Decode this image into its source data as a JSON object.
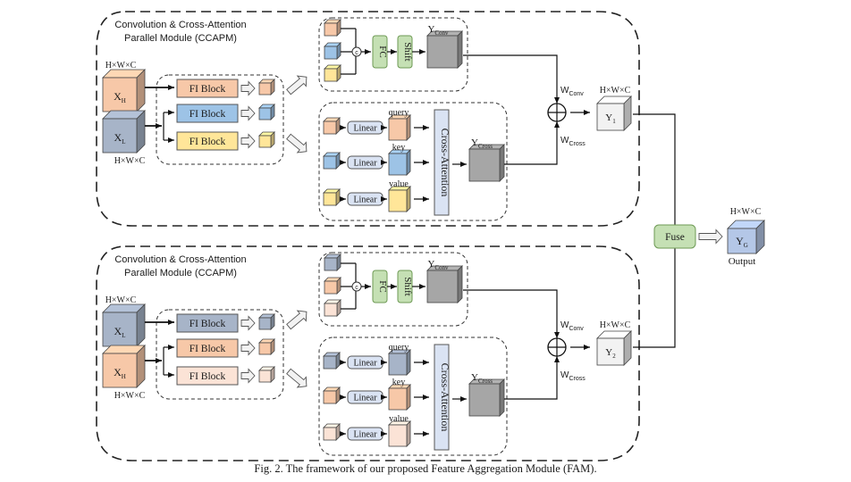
{
  "colors": {
    "high": "#f7c8a8",
    "high_side": "#c9937a",
    "high_light": "#fbe3d6",
    "low": "#a7b4c8",
    "low_side": "#6f7f95",
    "blue": "#9dc3e6",
    "blue_side": "#5f8bb5",
    "yellow": "#ffe699",
    "yellow_side": "#c5ad5c",
    "green": "#c5e0b4",
    "green_stroke": "#6e9a55",
    "linear": "#dae3f3",
    "attn": "#dae3f3",
    "gray": "#a6a6a6",
    "gray_side": "#7a7a7a",
    "light_gray": "#f2f2f2",
    "output": "#b4c7e7"
  },
  "modules": [
    {
      "title_line1": "Convolution & Cross-Attention",
      "title_line2": "Parallel Module (CCAPM)",
      "input_top": {
        "label": "X",
        "sub": "H",
        "dims": "H×W×C"
      },
      "input_bottom": {
        "label": "X",
        "sub": "L",
        "dims": "H×W×C"
      },
      "fi_blocks": [
        "FI Block",
        "FI Block",
        "FI Block"
      ],
      "concat_symbol": "c",
      "fc_label": "FC",
      "shift_label": "Shift",
      "y_conv": {
        "label": "Y",
        "sub": "Conv"
      },
      "linear_labels": [
        "Linear",
        "Linear",
        "Linear"
      ],
      "qkv_labels": [
        "query",
        "key",
        "value"
      ],
      "attention_label": "Cross-Attention",
      "y_cross": {
        "label": "Y",
        "sub": "Cross"
      },
      "w_conv": {
        "label": "W",
        "sub": "Conv"
      },
      "w_cross": {
        "label": "W",
        "sub": "Cross"
      },
      "output": {
        "label": "Y",
        "sub": "1",
        "dims": "H×W×C"
      }
    },
    {
      "title_line1": "Convolution & Cross-Attention",
      "title_line2": "Parallel Module (CCAPM)",
      "input_top": {
        "label": "X",
        "sub": "L",
        "dims": "H×W×C"
      },
      "input_bottom": {
        "label": "X",
        "sub": "H",
        "dims": "H×W×C"
      },
      "fi_blocks": [
        "FI Block",
        "FI Block",
        "FI Block"
      ],
      "concat_symbol": "c",
      "fc_label": "FC",
      "shift_label": "Shift",
      "y_conv": {
        "label": "Y",
        "sub": "Conv"
      },
      "linear_labels": [
        "Linear",
        "Linear",
        "Linear"
      ],
      "qkv_labels": [
        "query",
        "key",
        "value"
      ],
      "attention_label": "Cross-Attention",
      "y_cross": {
        "label": "Y",
        "sub": "Cross"
      },
      "w_conv": {
        "label": "W",
        "sub": "Conv"
      },
      "w_cross": {
        "label": "W",
        "sub": "Cross"
      },
      "output": {
        "label": "Y",
        "sub": "2",
        "dims": "H×W×C"
      }
    }
  ],
  "fuse": {
    "label": "Fuse"
  },
  "final_output": {
    "label": "Y",
    "sub": "G",
    "dims": "H×W×C",
    "caption": "Output"
  },
  "caption": "Fig. 2.  The framework of our proposed Feature Aggregation Module (FAM)."
}
